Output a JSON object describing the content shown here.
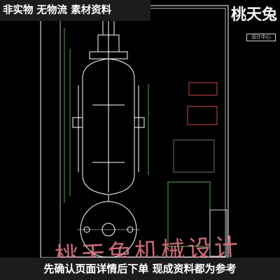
{
  "top_banner": {
    "text": "非实物 无物流 素材资料"
  },
  "bottom_banner": {
    "text": "先确认页面详情后下单 现成资料都为参考"
  },
  "watermark": {
    "handwriting": "桃天兔机械设计",
    "seal_main": "桃天兔",
    "seal_sub": "设计中心"
  },
  "colors": {
    "background": "#000000",
    "drawing_line": "#ffffff",
    "table_lines": "#6fdc6f",
    "dimension_lines": "#5fd35f",
    "watermark_pink": "#f07c8c"
  }
}
